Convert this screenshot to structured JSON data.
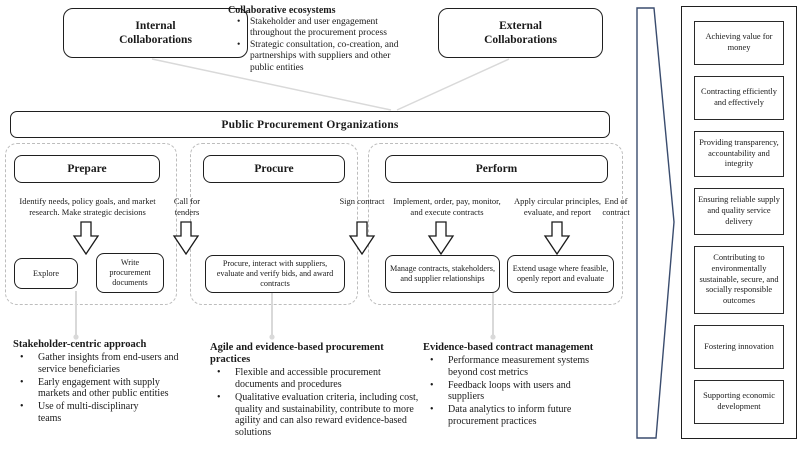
{
  "top": {
    "internal_box": "Internal Collaborations",
    "external_box": "External Collaborations",
    "ecosystems": {
      "heading": "Collaborative ecosystems",
      "bullets": [
        "Stakeholder and user engagement throughout the procurement process",
        "Strategic consultation, co-creation, and partnerships with suppliers and other public entities"
      ]
    }
  },
  "ppo_bar": "Public Procurement Organizations",
  "phases": {
    "prepare": {
      "title": "Prepare",
      "description": "Identify needs, policy goals, and market research. Make strategic decisions",
      "box_explore": "Explore",
      "box_write": "Write procurement documents"
    },
    "procure": {
      "title": "Procure",
      "box": "Procure, interact with suppliers, evaluate and verify bids, and award contracts"
    },
    "perform": {
      "title": "Perform",
      "description_implement": "Implement, order, pay, monitor, and execute contracts",
      "box_manage": "Manage contracts, stakeholders, and supplier relationships",
      "description_apply": "Apply circular principles, evaluate, and report",
      "box_extend": "Extend usage where feasible, openly report and evaluate"
    },
    "transitions": {
      "call_for_tenders": "Call for tenders",
      "sign_contract": "Sign contract",
      "end_of_contract": "End of contract"
    }
  },
  "bottom_notes": [
    {
      "heading": "Stakeholder-centric approach",
      "bullets": [
        "Gather insights from end-users and service beneficiaries",
        "Early engagement with supply markets and other public entities",
        "Use of multi-disciplinary teams"
      ]
    },
    {
      "heading": "Agile and evidence-based procurement practices",
      "bullets": [
        "Flexible and accessible procurement documents and procedures",
        "Qualitative evaluation criteria, including cost, quality and sustainability, contribute to more agility and can also reward evidence-based solutions"
      ]
    },
    {
      "heading": "Evidence-based contract management",
      "bullets": [
        "Performance measurement systems beyond cost metrics",
        "Feedback loops with users and suppliers",
        "Data analytics to inform future procurement practices"
      ]
    }
  ],
  "goals": [
    "Achieving value for money",
    "Contracting efficiently and effectively",
    "Providing transparency, accountability and integrity",
    "Ensuring reliable supply and quality service delivery",
    "Contributing to environmentally sustainable, secure, and socially responsible outcomes",
    "Fostering innovation",
    "Supporting economic development"
  ],
  "colors": {
    "text": "#1a1a1a",
    "box_border": "#1f1f1f",
    "dashed_border": "#bdbdbd",
    "connector_gray": "#d9d9d9",
    "chevron_stroke": "#3a4c6e"
  }
}
